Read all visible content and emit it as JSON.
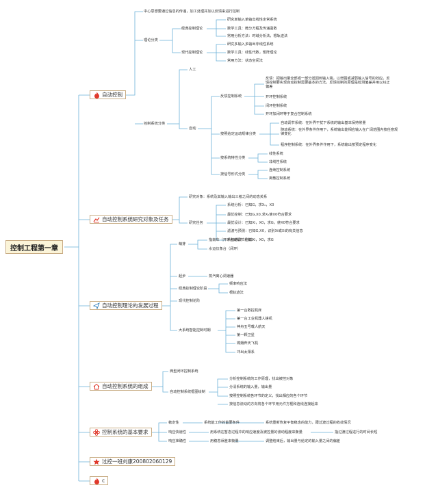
{
  "root": "控制工程第一章",
  "sections": [
    {
      "label": "自动控制",
      "icon": "flame-icon"
    },
    {
      "label": "自动控制系统研究对象及任务",
      "icon": "chart-icon"
    },
    {
      "label": "自动控制理论的发展过程",
      "icon": "paper-plane-icon"
    },
    {
      "label": "自动控制系统的组成",
      "icon": "house-icon"
    },
    {
      "label": "控制系统的基本要求",
      "icon": "flower-icon"
    },
    {
      "label": "过控一班刘康200802060129",
      "icon": "star-icon"
    },
    {
      "label": "c",
      "icon": "flame-icon"
    }
  ],
  "s1": {
    "intro": "中心思想要通过信息的传递，加工处理并加以反馈来进行控制",
    "theory": "理论分类",
    "classic": "经典控制理论",
    "classic_items": [
      "研究单输入单输出线性定常系统",
      "数学工具：微分方程及传递函数",
      "常用分析方法：时域分析法，根轨迹法"
    ],
    "modern": "现代控制理论",
    "modern_items": [
      "研究多输入多输出非线性系统",
      "数学工具：线性代数，矩阵理论",
      "常用方法：状态空间法"
    ],
    "sys_class": "控制系统分类",
    "manual": "人工",
    "auto": "自动",
    "feedback": "反馈控制系统",
    "feedback_desc": "反馈：把输出量全部或一部分送回到输入端，以增强或减弱输入信号的效应。反馈控制要实现自动控制需要基本的方法，反馈控制的原理是检测偏差并用以纠正偏差",
    "feedback_items": [
      "开环控制系统",
      "闭环控制系统",
      "开环加闭环等于复合控制系统"
    ],
    "setpoint": "按照给定运动规律分类",
    "setpoint_items": [
      "自动调节系统：在外界干扰下系统的输出基本保持常量",
      "随动系统：在外界条件作用下，系统输出能相应输入在广阔范围内按任意规律变化",
      "程序控制系统：在外界条件作用下，系统输出按预定程序变化"
    ],
    "linearity": "按系统特性分类",
    "linearity_items": [
      "线性系统",
      "非线性系统"
    ],
    "signal": "按信号形式分类",
    "signal_items": [
      "连续控制系统",
      "离散控制系统"
    ]
  },
  "s2": {
    "object": "研究对象：系统及其输入输出三者之间的动态关系",
    "tasks": "研究任务",
    "task_items": [
      "系统分析：已知G，求X₀，X0",
      "最优控制：已知G,X0,求X₀使X0符合要求",
      "最优设计：已知Xi，X0，求G，使X0符合要求",
      "滤波与预测：已知G,X0，识别Xi或Xi的有关信息",
      "系统辨识：已知Xi，X0，求G"
    ]
  },
  "s3": {
    "sprout": "萌芽",
    "sprout_items": [
      "指南车（开环自动调节系统）",
      "水运仪象台（闭环）"
    ],
    "start": "起步",
    "start_item": "蒸汽离心调速器",
    "classic": "经典控制理论阶段",
    "classic_items": [
      "频率响应法",
      "根轨迹法"
    ],
    "modern": "现代控制论阶",
    "large": "大系统智能控制时期",
    "large_items": [
      "第一台数控机床",
      "第一台工业机器人搭机",
      "神舟五号载人航天",
      "第一颗卫星",
      "嫦娥奔天飞机",
      "冲出太阳系"
    ]
  },
  "s4": {
    "typical": "典型闭环控制系统",
    "steps_head": "自动控制系统框图绘制",
    "steps": [
      "分析控制系统的工作原理，找出被控对象",
      "分清系统的输入量，输出量",
      "按照控制系统各环节的定义，找出相应的各个环节",
      "按信息流动的方向将各个环节用元件方框和连线连接起来"
    ]
  },
  "s5": {
    "rows": [
      {
        "head": "稳定性",
        "a": "系统能工作的首要条件",
        "b": "系统重新恢复平衡稳态的能力，跟过渡过程的收敛情况"
      },
      {
        "head": "响应快速性",
        "a": "用系统在暂态过程中的响应速度及被控量的波动程度来衡量",
        "b": "指过渡过程进行的时间长短"
      },
      {
        "head": "响应准确性",
        "a": "用稳态误差来衡量",
        "b": "调整结束后，输出量与给定的输入量之间的偏差"
      }
    ]
  },
  "colors": {
    "accent": "#e0392b",
    "line": "#6ab0d8",
    "root_bg": "#fbf4d8"
  }
}
